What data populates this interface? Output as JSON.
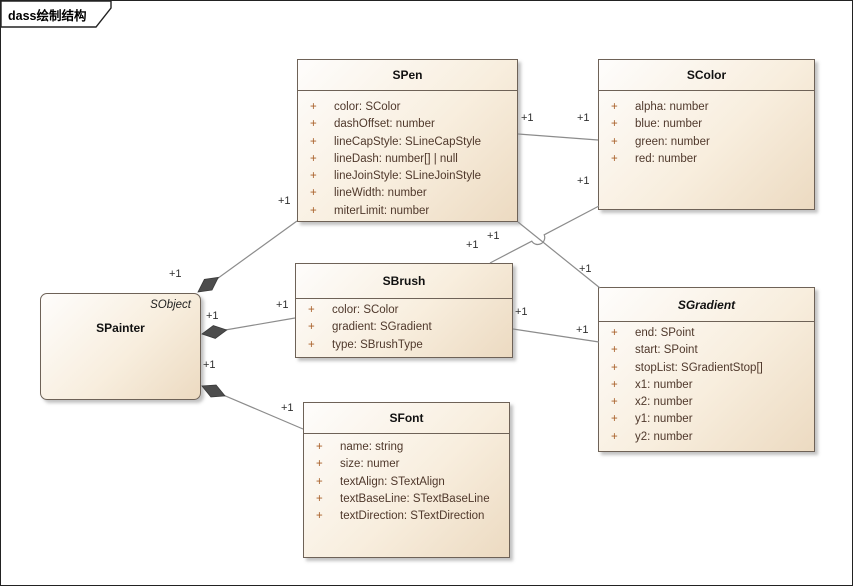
{
  "frame": {
    "title": "dass绘制结构"
  },
  "classes": {
    "spen": {
      "name": "SPen",
      "attributes": [
        {
          "vis": "+",
          "text": "color: SColor"
        },
        {
          "vis": "+",
          "text": "dashOffset: number"
        },
        {
          "vis": "+",
          "text": "lineCapStyle: SLineCapStyle"
        },
        {
          "vis": "+",
          "text": "lineDash: number[] | null"
        },
        {
          "vis": "+",
          "text": "lineJoinStyle: SLineJoinStyle"
        },
        {
          "vis": "+",
          "text": "lineWidth: number"
        },
        {
          "vis": "+",
          "text": "miterLimit: number"
        }
      ]
    },
    "scolor": {
      "name": "SColor",
      "attributes": [
        {
          "vis": "+",
          "text": "alpha: number"
        },
        {
          "vis": "+",
          "text": "blue: number"
        },
        {
          "vis": "+",
          "text": "green: number"
        },
        {
          "vis": "+",
          "text": "red: number"
        }
      ]
    },
    "sbrush": {
      "name": "SBrush",
      "attributes": [
        {
          "vis": "+",
          "text": "color: SColor"
        },
        {
          "vis": "+",
          "text": "gradient: SGradient"
        },
        {
          "vis": "+",
          "text": "type: SBrushType"
        }
      ]
    },
    "sgradient": {
      "name": "SGradient",
      "abstract": true,
      "attributes": [
        {
          "vis": "+",
          "text": "end: SPoint"
        },
        {
          "vis": "+",
          "text": "start: SPoint"
        },
        {
          "vis": "+",
          "text": "stopList: SGradientStop[]"
        },
        {
          "vis": "+",
          "text": "x1: number"
        },
        {
          "vis": "+",
          "text": "x2: number"
        },
        {
          "vis": "+",
          "text": "y1: number"
        },
        {
          "vis": "+",
          "text": "y2: number"
        }
      ]
    },
    "sfont": {
      "name": "SFont",
      "attributes": [
        {
          "vis": "+",
          "text": "name: string"
        },
        {
          "vis": "+",
          "text": "size: numer"
        },
        {
          "vis": "+",
          "text": "textAlign: STextAlign"
        },
        {
          "vis": "+",
          "text": "textBaseLine: STextBaseLine"
        },
        {
          "vis": "+",
          "text": "textDirection: STextDirection"
        }
      ]
    },
    "spainter": {
      "name": "SPainter",
      "parent": "SObject"
    }
  },
  "relationships": [
    {
      "source": "SPainter",
      "target": "SPen",
      "type": "composition",
      "source_label": "+1",
      "target_label": "+1"
    },
    {
      "source": "SPainter",
      "target": "SBrush",
      "type": "composition",
      "source_label": "+1",
      "target_label": "+1"
    },
    {
      "source": "SPainter",
      "target": "SFont",
      "type": "composition",
      "source_label": "+1",
      "target_label": "+1"
    },
    {
      "source": "SPen",
      "target": "SColor",
      "type": "association",
      "source_label": "+1",
      "target_label": "+1"
    },
    {
      "source": "SPen",
      "target": "SGradient",
      "type": "association",
      "source_label": "+1",
      "target_label": "+1"
    },
    {
      "source": "SBrush",
      "target": "SColor",
      "type": "association",
      "source_label": "+1",
      "target_label": "+1"
    },
    {
      "source": "SBrush",
      "target": "SGradient",
      "type": "association",
      "source_label": "+1",
      "target_label": "+1"
    }
  ],
  "colors": {
    "box_fill_light": "#fefdfc",
    "box_fill_dark": "#ecdac1",
    "box_border": "#6e6257",
    "attr_text": "#4f382b",
    "visibility_marker": "#a85f28",
    "line": "#8c8c8c",
    "diamond": "#4d4d4d",
    "frame_border": "#222222"
  }
}
